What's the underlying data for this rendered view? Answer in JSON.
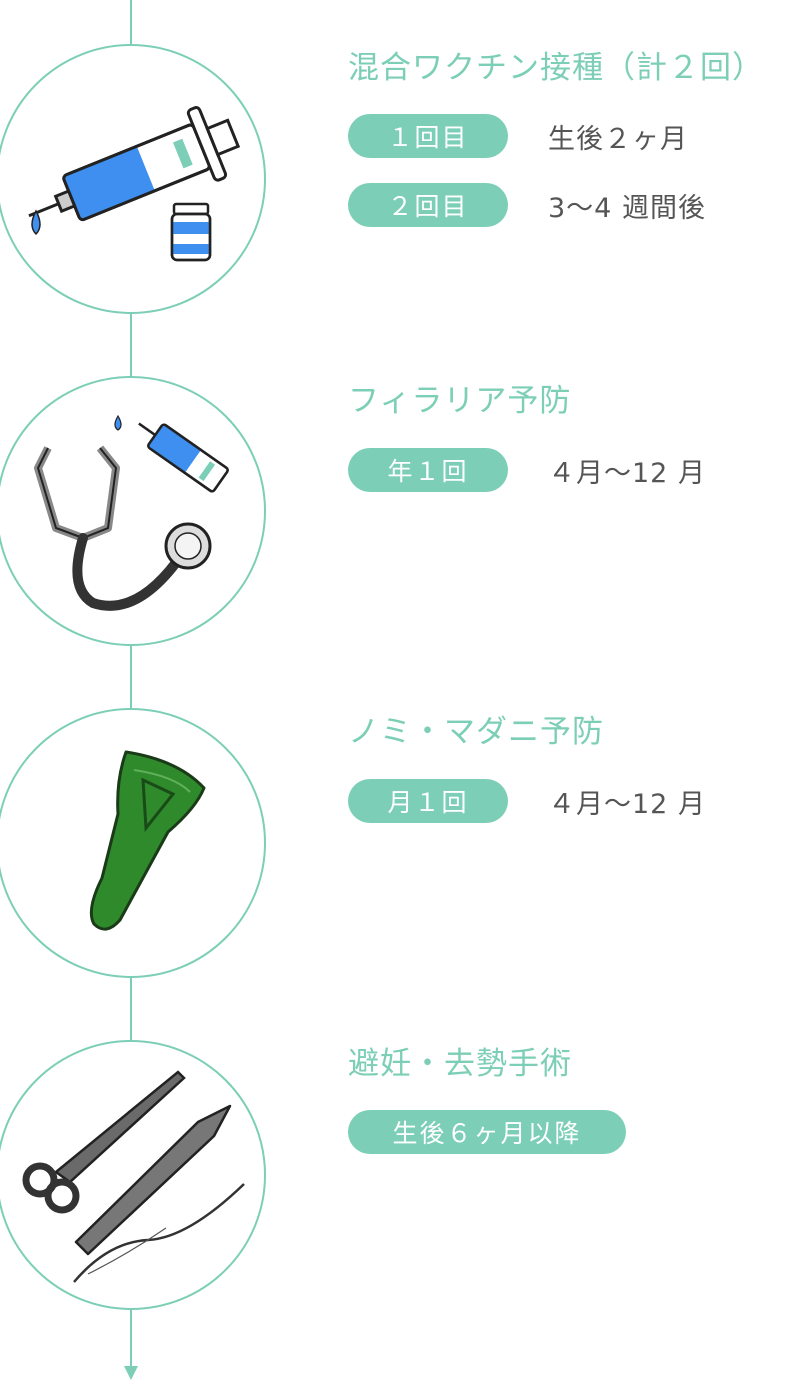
{
  "colors": {
    "accent": "#7ccfb6",
    "text": "#555555",
    "pill_text": "#ffffff"
  },
  "sections": [
    {
      "title": "混合ワクチン接種（計２回）",
      "icon": "syringe-vial-icon",
      "rows": [
        {
          "label": "１回目",
          "value": "生後２ヶ月"
        },
        {
          "label": "２回目",
          "value": "3〜4 週間後"
        }
      ]
    },
    {
      "title": "フィラリア予防",
      "icon": "stethoscope-syringe-icon",
      "rows": [
        {
          "label": "年１回",
          "value": "４月〜12 月"
        }
      ]
    },
    {
      "title": "ノミ・マダニ予防",
      "icon": "flea-treatment-pipette-icon",
      "rows": [
        {
          "label": "月１回",
          "value": "４月〜12 月"
        }
      ]
    },
    {
      "title": "避妊・去勢手術",
      "icon": "surgical-tools-icon",
      "rows": [
        {
          "label": "生後６ヶ月以降"
        }
      ]
    }
  ]
}
